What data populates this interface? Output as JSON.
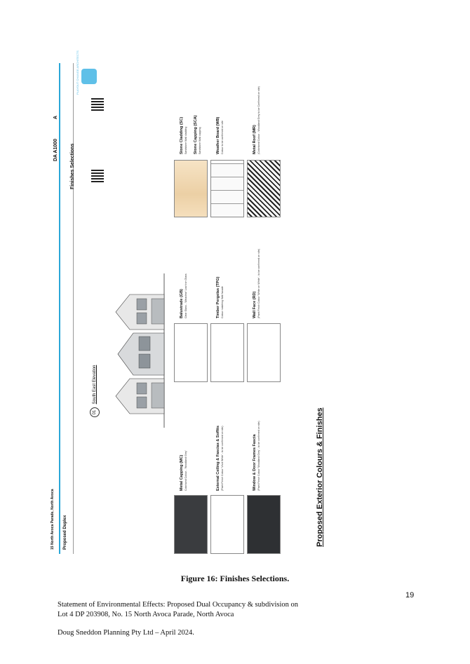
{
  "sheet": {
    "heading": "Proposed Exterior Colours & Finishes",
    "finishes": [
      {
        "name": "Window & Door Frames Fascia",
        "note": "(Paint Finish Colour 'Woodland Grey' - to be confirmed on site)",
        "color": "#2e3033"
      },
      {
        "name": "External Ceiling & Fascias & Soffits",
        "note": "(Paint Finish Colour 'Vivid White' - to be confirmed on site)",
        "color": "#ffffff"
      },
      {
        "name": "Metal Capping (MC)",
        "note": "Colorbond Colour - 'Woodland Grey'",
        "color": "#3a3c3f"
      },
      {
        "name": "Wall Face (RD)",
        "note": "(Paint Finish Colour 'White on White' - to be confirmed on site)",
        "color": "#ffffff"
      },
      {
        "name": "Timber Pergolas (TPG)",
        "note": "Colour matching Wall facade",
        "color": "#ffffff"
      },
      {
        "name": "Balustrade (GB)",
        "note": "Clear Glass - 'Ultraclear' Low Iron Glass",
        "color": "#ffffff"
      },
      {
        "name": "Metal Roof (MR)",
        "note": "(Colorbond Colour - Woodland Grey to be Confirmed on site)",
        "color": "#222"
      },
      {
        "name": "Weather Board (WB)",
        "note": "Colour to be confirmed on site",
        "color": "#fafafa"
      },
      {
        "name": "Stone Cladding (SC)",
        "note": "Sandstone Wall cladding",
        "color": "#f0d9b5"
      },
      {
        "name": "Stone Capping (SCA)",
        "note": "Sandstone Wall capping",
        "color": "#f0d9b5"
      }
    ],
    "elevation": {
      "number": "01",
      "label": "South East Elevation"
    },
    "title_block": {
      "project": "Proposed Duplex",
      "address": "15 North Avoca Parade, North Avoca",
      "drawing_title": "Finishes Selections",
      "drawing_no": "DA A1000",
      "revision": "A",
      "logo_text": "PLAYOUT CHANGE ARCHITECTS"
    }
  },
  "caption": "Figure 16: Finishes Selections.",
  "page_number": "19",
  "footer": {
    "line1": "Statement of Environmental Effects: Proposed Dual Occupancy & subdivision on",
    "line2": "Lot 4 DP 203908, No. 15 North Avoca Parade, North Avoca",
    "line3": "Doug Sneddon Planning Pty Ltd – April 2024."
  }
}
